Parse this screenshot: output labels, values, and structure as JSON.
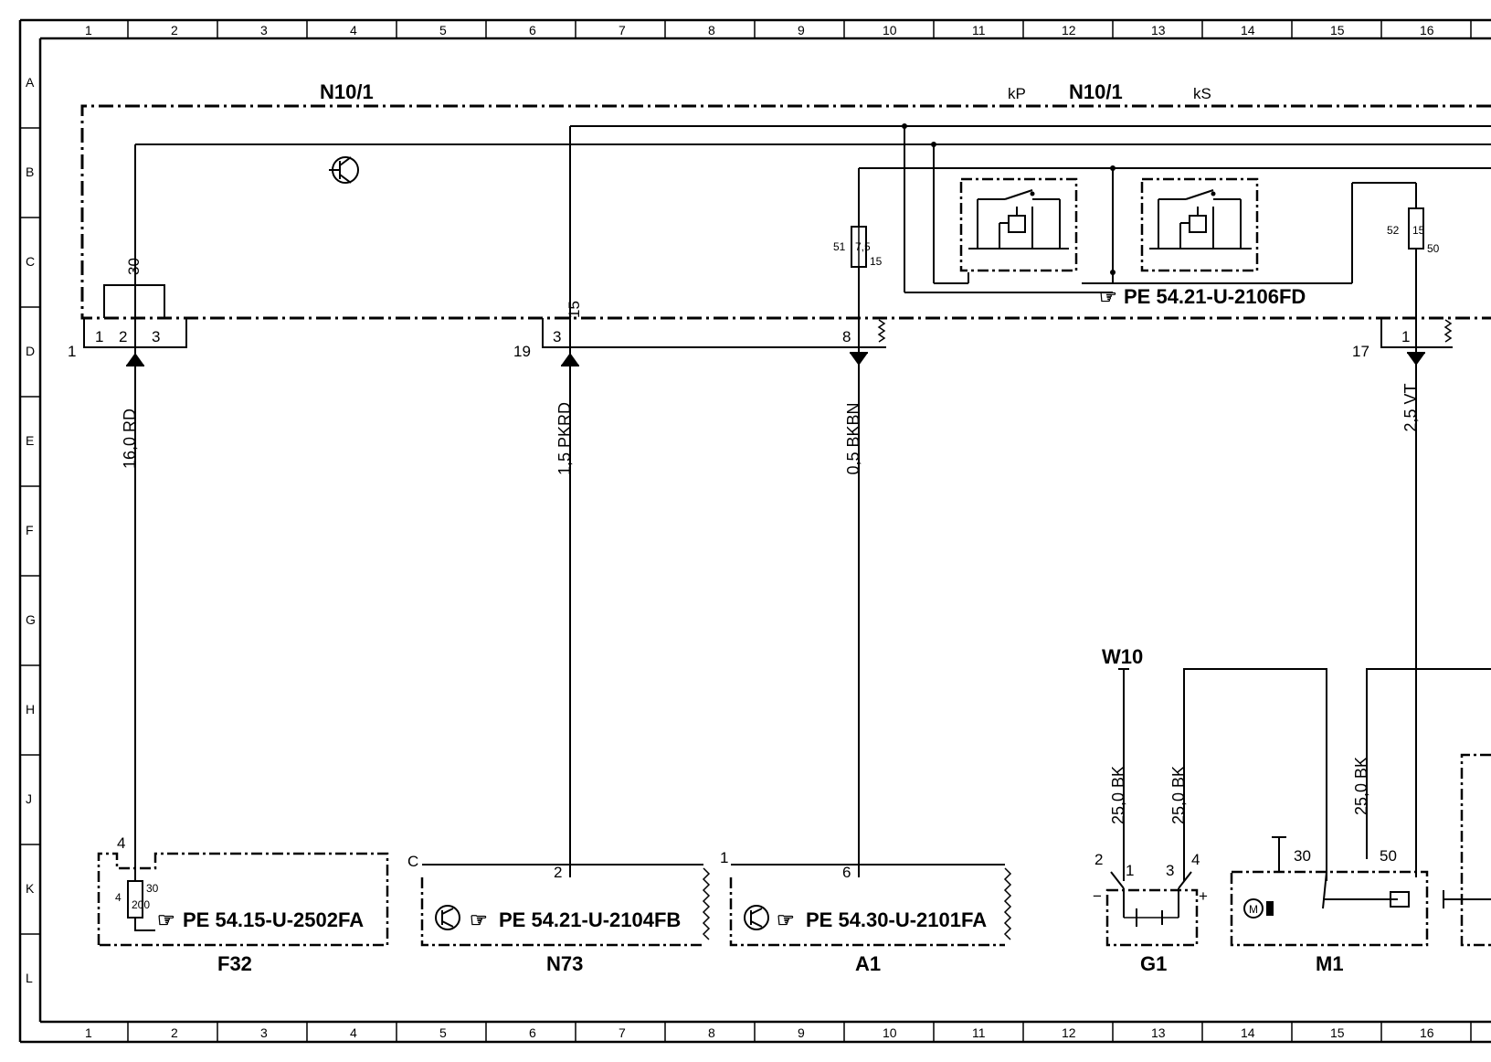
{
  "grid": {
    "columns": [
      "1",
      "2",
      "3",
      "4",
      "5",
      "6",
      "7",
      "8",
      "9",
      "10",
      "11",
      "12",
      "13",
      "14",
      "15",
      "16"
    ],
    "rows": [
      "A",
      "B",
      "C",
      "D",
      "E",
      "F",
      "G",
      "H",
      "J",
      "K",
      "L"
    ]
  },
  "modules": {
    "n10_1_left": "N10/1",
    "n10_1_right": "N10/1",
    "kp": "kP",
    "ks": "kS",
    "f32": "F32",
    "n73": "N73",
    "a1": "A1",
    "g1": "G1",
    "m1": "M1",
    "w10": "W10"
  },
  "references": {
    "n10_1": "PE 54.21-U-2106FD",
    "f32": "PE 54.15-U-2502FA",
    "n73": "PE 54.21-U-2104FB",
    "a1": "PE 54.30-U-2101FA"
  },
  "wires": {
    "w1": "16,0 RD",
    "w2": "1,5 PKRD",
    "w3": "0,5 BKBN",
    "w4": "2,5 VT",
    "w5": "25,0 BK",
    "w6": "25,0 BK",
    "w7": "25,0 BK"
  },
  "connectors": {
    "c_n10_a": "1",
    "c_n10_b": "19",
    "c_n10_d": "17",
    "f32_pin": "4",
    "n73_conn": "C",
    "n73_pin": "2",
    "a1_conn": "1",
    "a1_pin": "6"
  },
  "pins": {
    "p30": "30",
    "p1": "1",
    "p2": "2",
    "p3": "3",
    "p15": "15",
    "p3b": "3",
    "p8": "8",
    "p51": "51",
    "p15b": "15",
    "p52": "52",
    "p50": "50",
    "p1b": "1",
    "f32_4": "4",
    "f32_30": "30",
    "g1_2": "2",
    "g1_1": "1",
    "g1_3": "3",
    "g1_4": "4",
    "g1_minus": "−",
    "g1_plus": "+",
    "m1_30": "30",
    "m1_50": "50"
  },
  "fuses": {
    "fuse_75": "7,5",
    "fuse_15": "15",
    "fuse_200": "200"
  }
}
